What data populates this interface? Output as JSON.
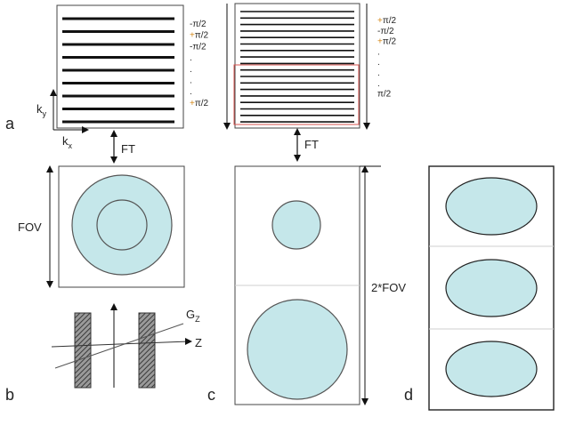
{
  "panel_labels": {
    "a": "a",
    "b": "b",
    "c": "c",
    "d": "d"
  },
  "k_axes": {
    "ky": "k",
    "ky_sub": "y",
    "kx": "k",
    "kx_sub": "x"
  },
  "transform": {
    "left": "FT",
    "right": "FT"
  },
  "fov": {
    "left": "FOV",
    "right": "2*FOV"
  },
  "gradient": {
    "gz": "G",
    "gz_sub": "Z",
    "z": "Z"
  },
  "phase_left": [
    "-π/2",
    "+π/2",
    "-π/2",
    ".",
    ".",
    ".",
    ".",
    "+π/2"
  ],
  "phase_right": [
    "+π/2",
    "-π/2",
    "+π/2",
    ".",
    ".",
    ".",
    ".",
    "π/2"
  ],
  "colors": {
    "fill": "#c5e7ea",
    "stroke": "#555555",
    "highlight": "#d9534f",
    "phase_accent": "#d58b1f"
  }
}
